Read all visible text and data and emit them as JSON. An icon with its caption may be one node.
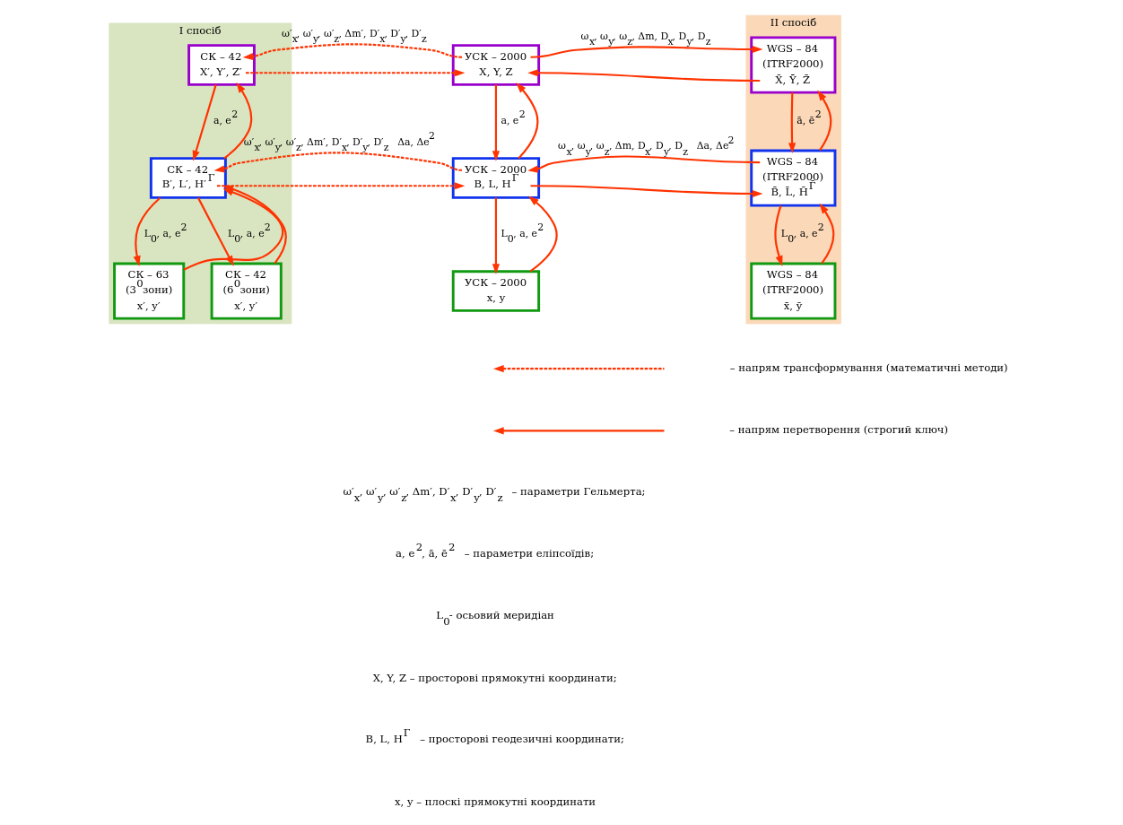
{
  "diagram": {
    "nodes": [
      {
        "text": [
          "I спосіб"
        ]
      },
      {
        "text": [
          "II спосіб"
        ]
      },
      {
        "text": [
          "СК – 42",
          "X′, Y′, Z′"
        ],
        "in": 0
      },
      {
        "text": [
          "УСК – 2000",
          "X, Y, Z"
        ]
      },
      {
        "text": [
          "WGS – 84",
          "(ITRF2000)",
          "X̄, Ȳ, Z̄"
        ],
        "in": 1
      },
      {
        "text": [
          "СК – 42",
          "B′, L′, H′$^{Г}$"
        ],
        "in": 0
      },
      {
        "text": [
          "УСК – 2000",
          "B, L, H$^{Г}$"
        ]
      },
      {
        "text": [
          "WGS – 84",
          "(ITRF2000)",
          "B̄, L̄, H̄$^{Г̄}$"
        ],
        "in": 1
      },
      {
        "text": [
          "СК – 63",
          "(3$^{0}$зони)",
          "x′, y′"
        ],
        "in": 0
      },
      {
        "text": [
          "СК – 42",
          "(6$^{0}$зони)",
          "x′, y′"
        ],
        "in": 0
      },
      {
        "text": [
          "УСК – 2000",
          "x, y"
        ]
      },
      {
        "text": [
          "WGS – 84",
          "(ITRF2000)",
          "x̄, ȳ"
        ],
        "in": 1
      }
    ],
    "edges": [
      {
        "from": 3,
        "to": 2,
        "arrow": "to",
        "style": "dashed",
        "label": "ω′$_{x}$, ω′$_{y}$, ω′$_{z}$, Δm′, D′$_{x}$, D′$_{y}$, D′$_{z}$"
      },
      {
        "from": 2,
        "to": 3,
        "arrow": "to",
        "style": "dashed"
      },
      {
        "from": 3,
        "to": 4,
        "arrow": "to",
        "label": "ω$_{x}$, ω$_{y}$, ω$_{z}$, Δm, D$_{x}$, D$_{y}$, D$_{z}$"
      },
      {
        "from": 4,
        "to": 3,
        "arrow": "to"
      },
      {
        "from": 2,
        "to": 5,
        "arrow": "to",
        "label": "a, e$^{2}$"
      },
      {
        "from": 5,
        "to": 2,
        "arrow": "to"
      },
      {
        "from": 3,
        "to": 6,
        "arrow": "to",
        "label": "a, e$^{2}$"
      },
      {
        "from": 6,
        "to": 3,
        "arrow": "to"
      },
      {
        "from": 4,
        "to": 7,
        "arrow": "to",
        "label": "ā, ē$^{2}$"
      },
      {
        "from": 7,
        "to": 4,
        "arrow": "to"
      },
      {
        "from": 6,
        "to": 5,
        "arrow": "to",
        "style": "dashed",
        "label": "ω′$_{x}$, ω′$_{y}$, ω′$_{z}$, Δm′, D′$_{x}$, D′$_{y}$, D′$_{z}$ Δa, Δe$^{2}$"
      },
      {
        "from": 5,
        "to": 6,
        "arrow": "to",
        "style": "dashed"
      },
      {
        "from": 6,
        "to": 7,
        "arrow": "to"
      },
      {
        "from": 7,
        "to": 6,
        "arrow": "to",
        "label": "ω$_{x}$, ω$_{y}$, ω$_{z}$, Δm, D$_{x}$, D$_{y}$, D$_{z}$ Δa, Δe$^{2}$"
      },
      {
        "from": 5,
        "to": 8,
        "arrow": "to",
        "label": "L$_{0}$, a, e$^{2}$"
      },
      {
        "from": 8,
        "to": 5,
        "arrow": "to"
      },
      {
        "from": 5,
        "to": 9,
        "arrow": "to",
        "label": "L$_{0}$, a, e$^{2}$"
      },
      {
        "from": 9,
        "to": 5,
        "arrow": "to"
      },
      {
        "from": 6,
        "to": 10,
        "arrow": "to",
        "label": "L$_{0}$, a, e$^{2}$"
      },
      {
        "from": 10,
        "to": 6,
        "arrow": "to"
      },
      {
        "from": 7,
        "to": 11,
        "arrow": "to",
        "label": "L$_{0}$, a, e$^{2}$"
      },
      {
        "from": 11,
        "to": 7,
        "arrow": "to"
      }
    ],
    "labels": [
      "ω′$_{x}$, ω′$_{y}$, ω′$_{z}$, Δm′, D′$_{x}$, D′$_{y}$, D′$_{z}$ – параметри Гельмерта;",
      "a, e$^{2}$, ā, ē$^{2}$ – параметри еліпсоїдів;",
      "L$_{0}$- осьовий меридіан",
      "X, Y, Z – просторові прямокутні координати;",
      "B, L, H$^{Г}$ – просторові геодезичні координати;",
      "x, y – плоскі прямокутні координати"
    ],
    "legend": [
      {
        "text": "– напрям трансформування (математичні методи)"
      },
      {
        "text": "– напрям перетворення (строгий ключ)"
      }
    ]
  }
}
